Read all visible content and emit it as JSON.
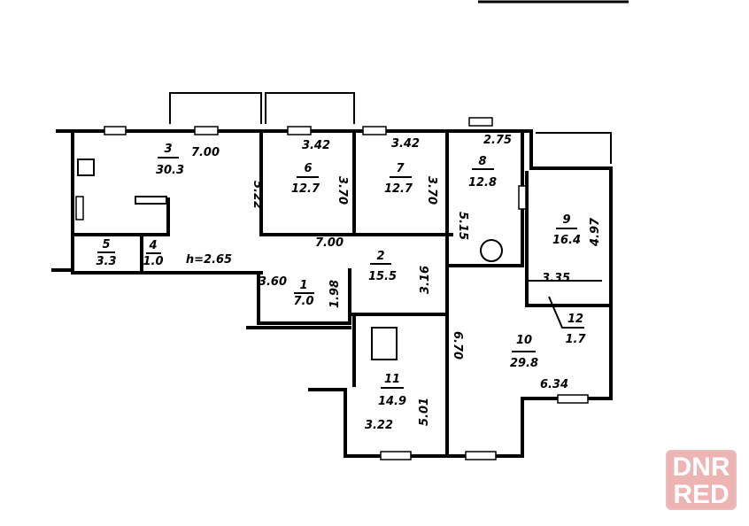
{
  "plan": {
    "ceiling_height": "h=2.65",
    "rooms": [
      {
        "no": "1",
        "area": "7.0",
        "dims": [
          "3.60",
          "1.98"
        ]
      },
      {
        "no": "2",
        "area": "15.5",
        "dims": [
          "7.00",
          "3.16"
        ]
      },
      {
        "no": "3",
        "area": "30.3",
        "dims": [
          "7.00",
          "5.22"
        ]
      },
      {
        "no": "4",
        "area": "1.0",
        "dims": []
      },
      {
        "no": "5",
        "area": "3.3",
        "dims": []
      },
      {
        "no": "6",
        "area": "12.7",
        "dims": [
          "3.42",
          "3.70"
        ]
      },
      {
        "no": "7",
        "area": "12.7",
        "dims": [
          "3.42",
          "3.70"
        ]
      },
      {
        "no": "8",
        "area": "12.8",
        "dims": [
          "2.75",
          "5.15"
        ]
      },
      {
        "no": "9",
        "area": "16.4",
        "dims": [
          "4.97"
        ]
      },
      {
        "no": "10",
        "area": "29.8",
        "dims": [
          "6.34",
          "6.70"
        ]
      },
      {
        "no": "11",
        "area": "14.9",
        "dims": [
          "3.22",
          "5.01"
        ]
      },
      {
        "no": "12",
        "area": "1.7",
        "dims": [
          "3.35"
        ]
      }
    ]
  },
  "watermark": {
    "line1": "DNR",
    "line2": "RED"
  }
}
